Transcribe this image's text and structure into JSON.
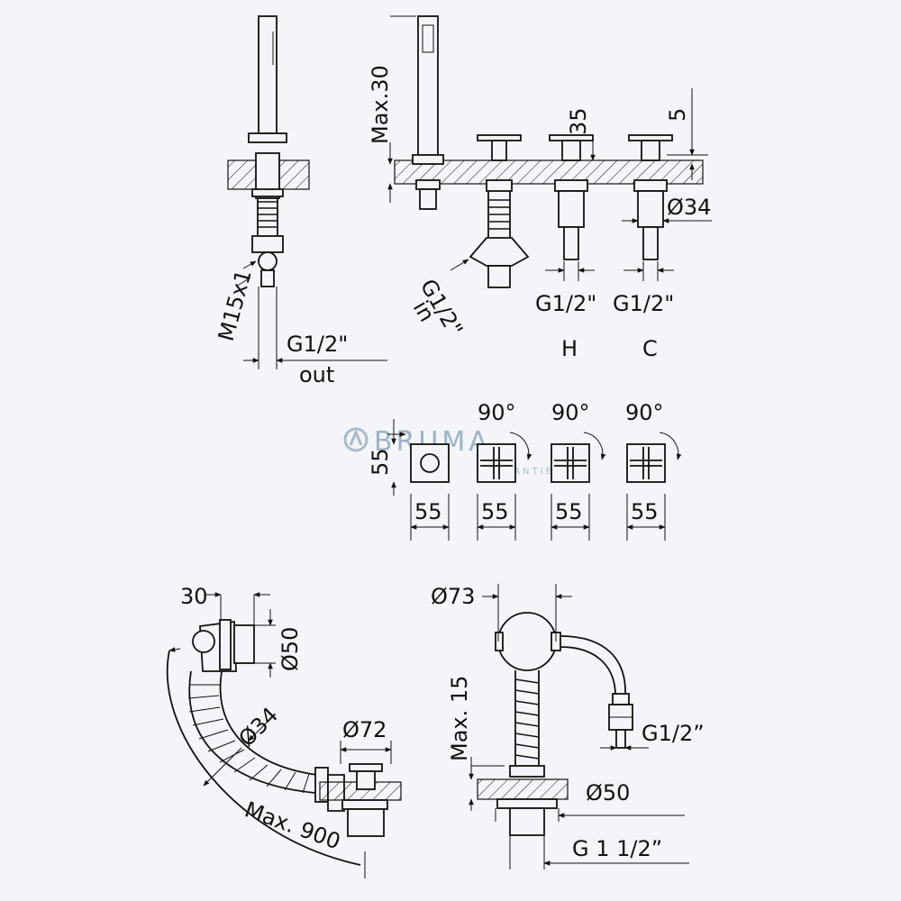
{
  "watermark": {
    "brand": "BRUMA",
    "sub": "GARANTIE"
  },
  "icons": {
    "watermark_logo": "bruma-logo-icon",
    "rotation": "rotation-arrow-icon"
  },
  "colors": {
    "background": "#f3f5f8",
    "line": "#111111",
    "watermark": "#9fb2c7"
  },
  "dimensions": {
    "shower_thread": "M15x1",
    "shower_outlet_thread": "G1/2\"",
    "shower_outlet_label": "out",
    "max30": "Max.30",
    "d35": "35",
    "d5": "5",
    "d34_top": "Ø34",
    "inlet_thread": "G1/2\"",
    "inlet_label": "in",
    "hot_thread": "G1/2\"",
    "cold_thread": "G1/2\"",
    "hot_label": "H",
    "cold_label": "C",
    "rot1": "90°",
    "rot2": "90°",
    "rot3": "90°",
    "h55": "55",
    "w55_1": "55",
    "w55_2": "55",
    "w55_3": "55",
    "w55_4": "55",
    "d30": "30",
    "d50_overflow": "Ø50",
    "d34_hose": "Ø34",
    "d72": "Ø72",
    "max900": "Max. 900",
    "d73": "Ø73",
    "max15": "Max. 15",
    "g12_bottom": "G1/2”",
    "d50_bottom": "Ø50",
    "g112": "G 1 1/2”"
  }
}
